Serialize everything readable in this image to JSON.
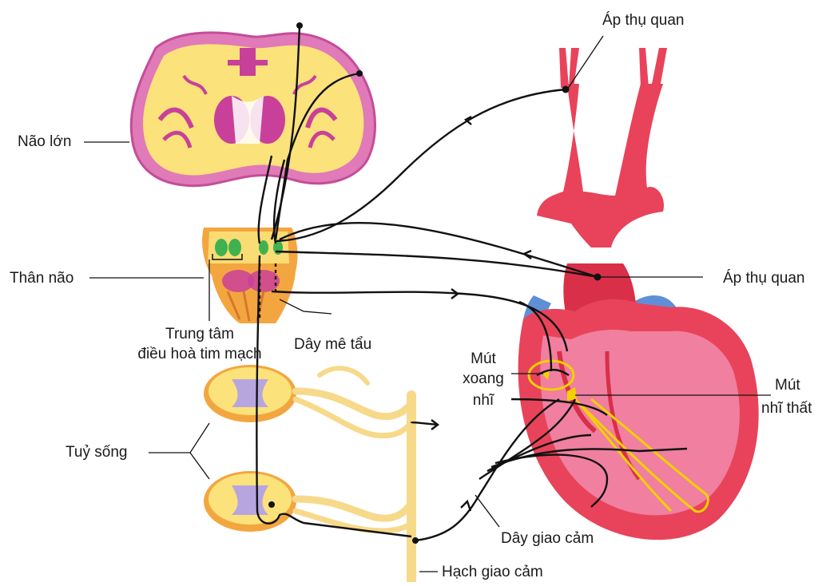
{
  "labels": {
    "nao_lon": "Não lớn",
    "than_nao": "Thân não",
    "trung_tam_1": "Trung tâm",
    "trung_tam_2": "điều hoà tim mạch",
    "day_me_tau": "Dây mê tẩu",
    "tuy_song": "Tuỷ sống",
    "hach_giao_cam": "Hạch giao cảm",
    "day_giao_cam": "Dây giao cảm",
    "ap_thu_quan_top": "Áp thụ quan",
    "ap_thu_quan_right": "Áp thụ quan",
    "mut_xoang_1": "Mút",
    "mut_xoang_2": "xoang",
    "mut_xoang_3": "nhĩ",
    "mut_nhi_that_1": "Mút",
    "mut_nhi_that_2": "nhĩ thất"
  },
  "colors": {
    "brain_outer": "#d85aa8",
    "brain_fill": "#fbe27a",
    "brain_magenta": "#c9409a",
    "brainstem": "#f3a640",
    "cardio_center": "#3fb24f",
    "spinal_grey": "#b7a5e0",
    "nerve": "#f7d98a",
    "artery": "#e8435a",
    "vein": "#5f8fd6",
    "heart_inner": "#f07fa0",
    "conduction": "#f4d000",
    "line": "#111111"
  }
}
